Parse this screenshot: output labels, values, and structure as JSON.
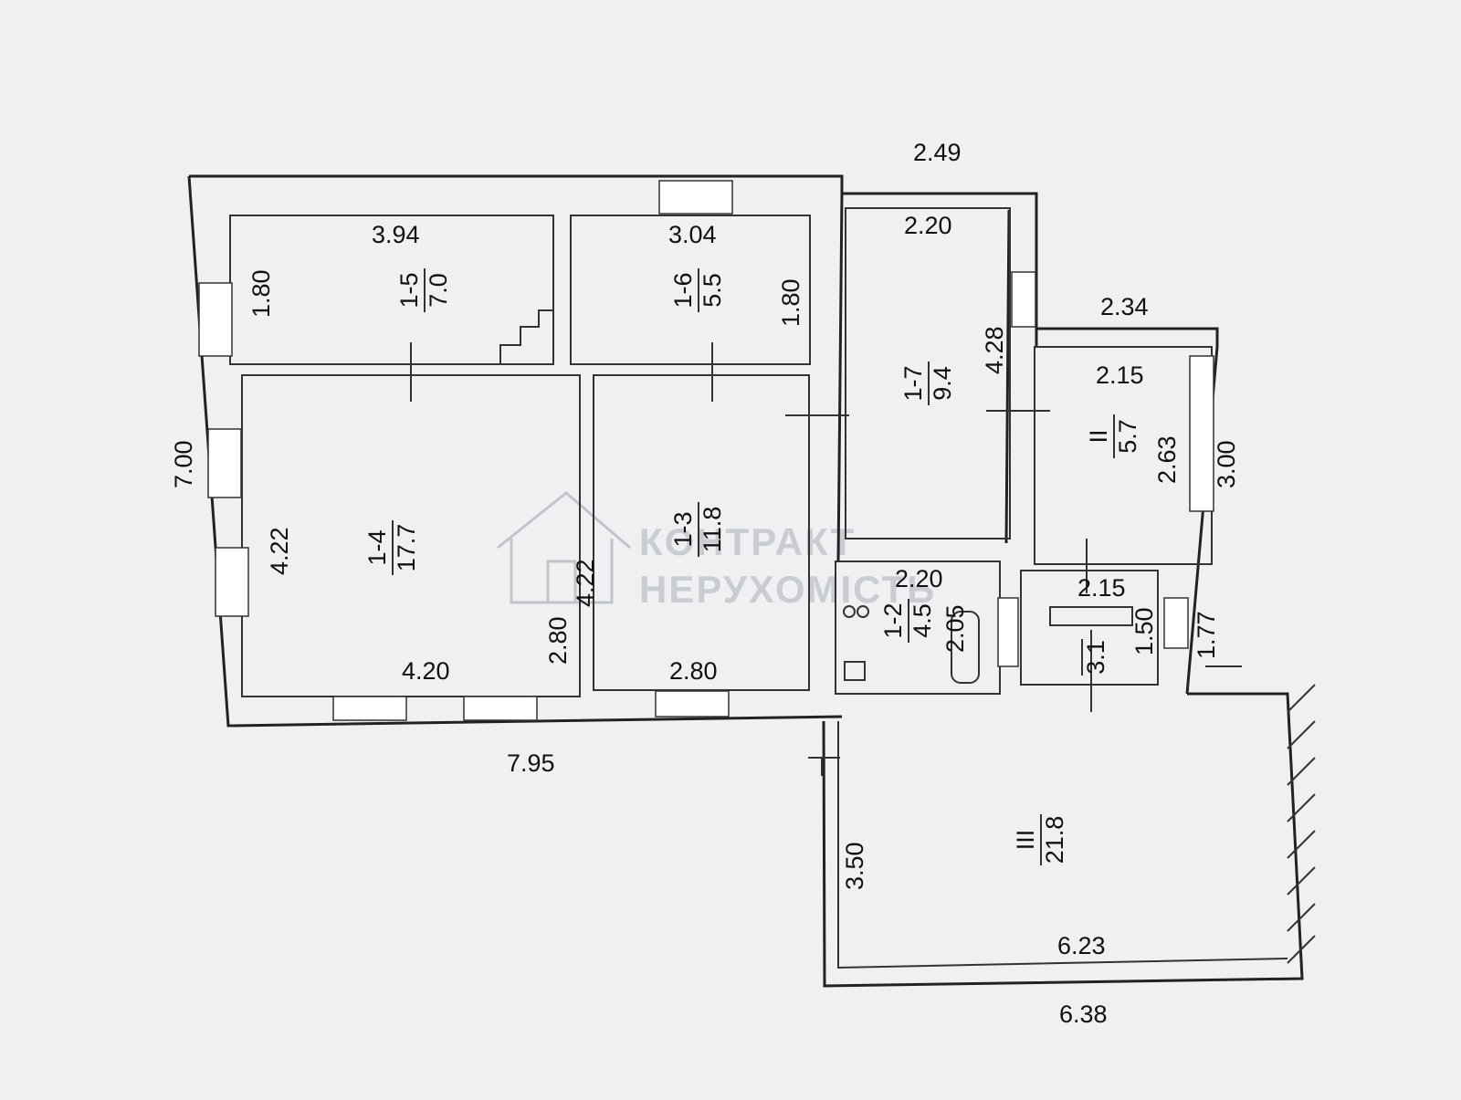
{
  "dimensions": {
    "top_right_width": "2.49",
    "r15_width": "3.94",
    "r15_depth": "1.80",
    "r16_width": "3.04",
    "r16_depth": "1.80",
    "r17_width": "2.20",
    "r17_length": "4.28",
    "rII_outer": "2.34",
    "rII_inner": "2.15",
    "rII_length": "2.63",
    "rII_outer_len": "3.00",
    "overall_depth": "7.00",
    "r14_depth": "4.22",
    "r14_width": "4.20",
    "r13_depth": "4.22",
    "r13_depth2": "2.80",
    "r13_width": "2.80",
    "r12_width": "2.20",
    "r12_depth": "2.05",
    "r11_width": "2.15",
    "r11_depth": "1.50",
    "r11_ext": "1.77",
    "overall_width": "7.95",
    "rIII_depth": "3.50",
    "rIII_width": "6.23",
    "rIII_outer": "6.38"
  },
  "rooms": {
    "r15": {
      "id": "1-5",
      "area": "7.0"
    },
    "r16": {
      "id": "1-6",
      "area": "5.5"
    },
    "r17": {
      "id": "1-7",
      "area": "9.4"
    },
    "rII": {
      "id": "II",
      "area": "5.7"
    },
    "r14": {
      "id": "1-4",
      "area": "17.7"
    },
    "r13": {
      "id": "1-3",
      "area": "11.8"
    },
    "r12": {
      "id": "1-2",
      "area": "4.5"
    },
    "r11": {
      "id": "",
      "area": "3.1"
    },
    "rIII": {
      "id": "III",
      "area": "21.8"
    }
  },
  "watermark": {
    "line1": "КОНТРАКТ",
    "line2": "НЕРУХОМІСТЬ"
  }
}
